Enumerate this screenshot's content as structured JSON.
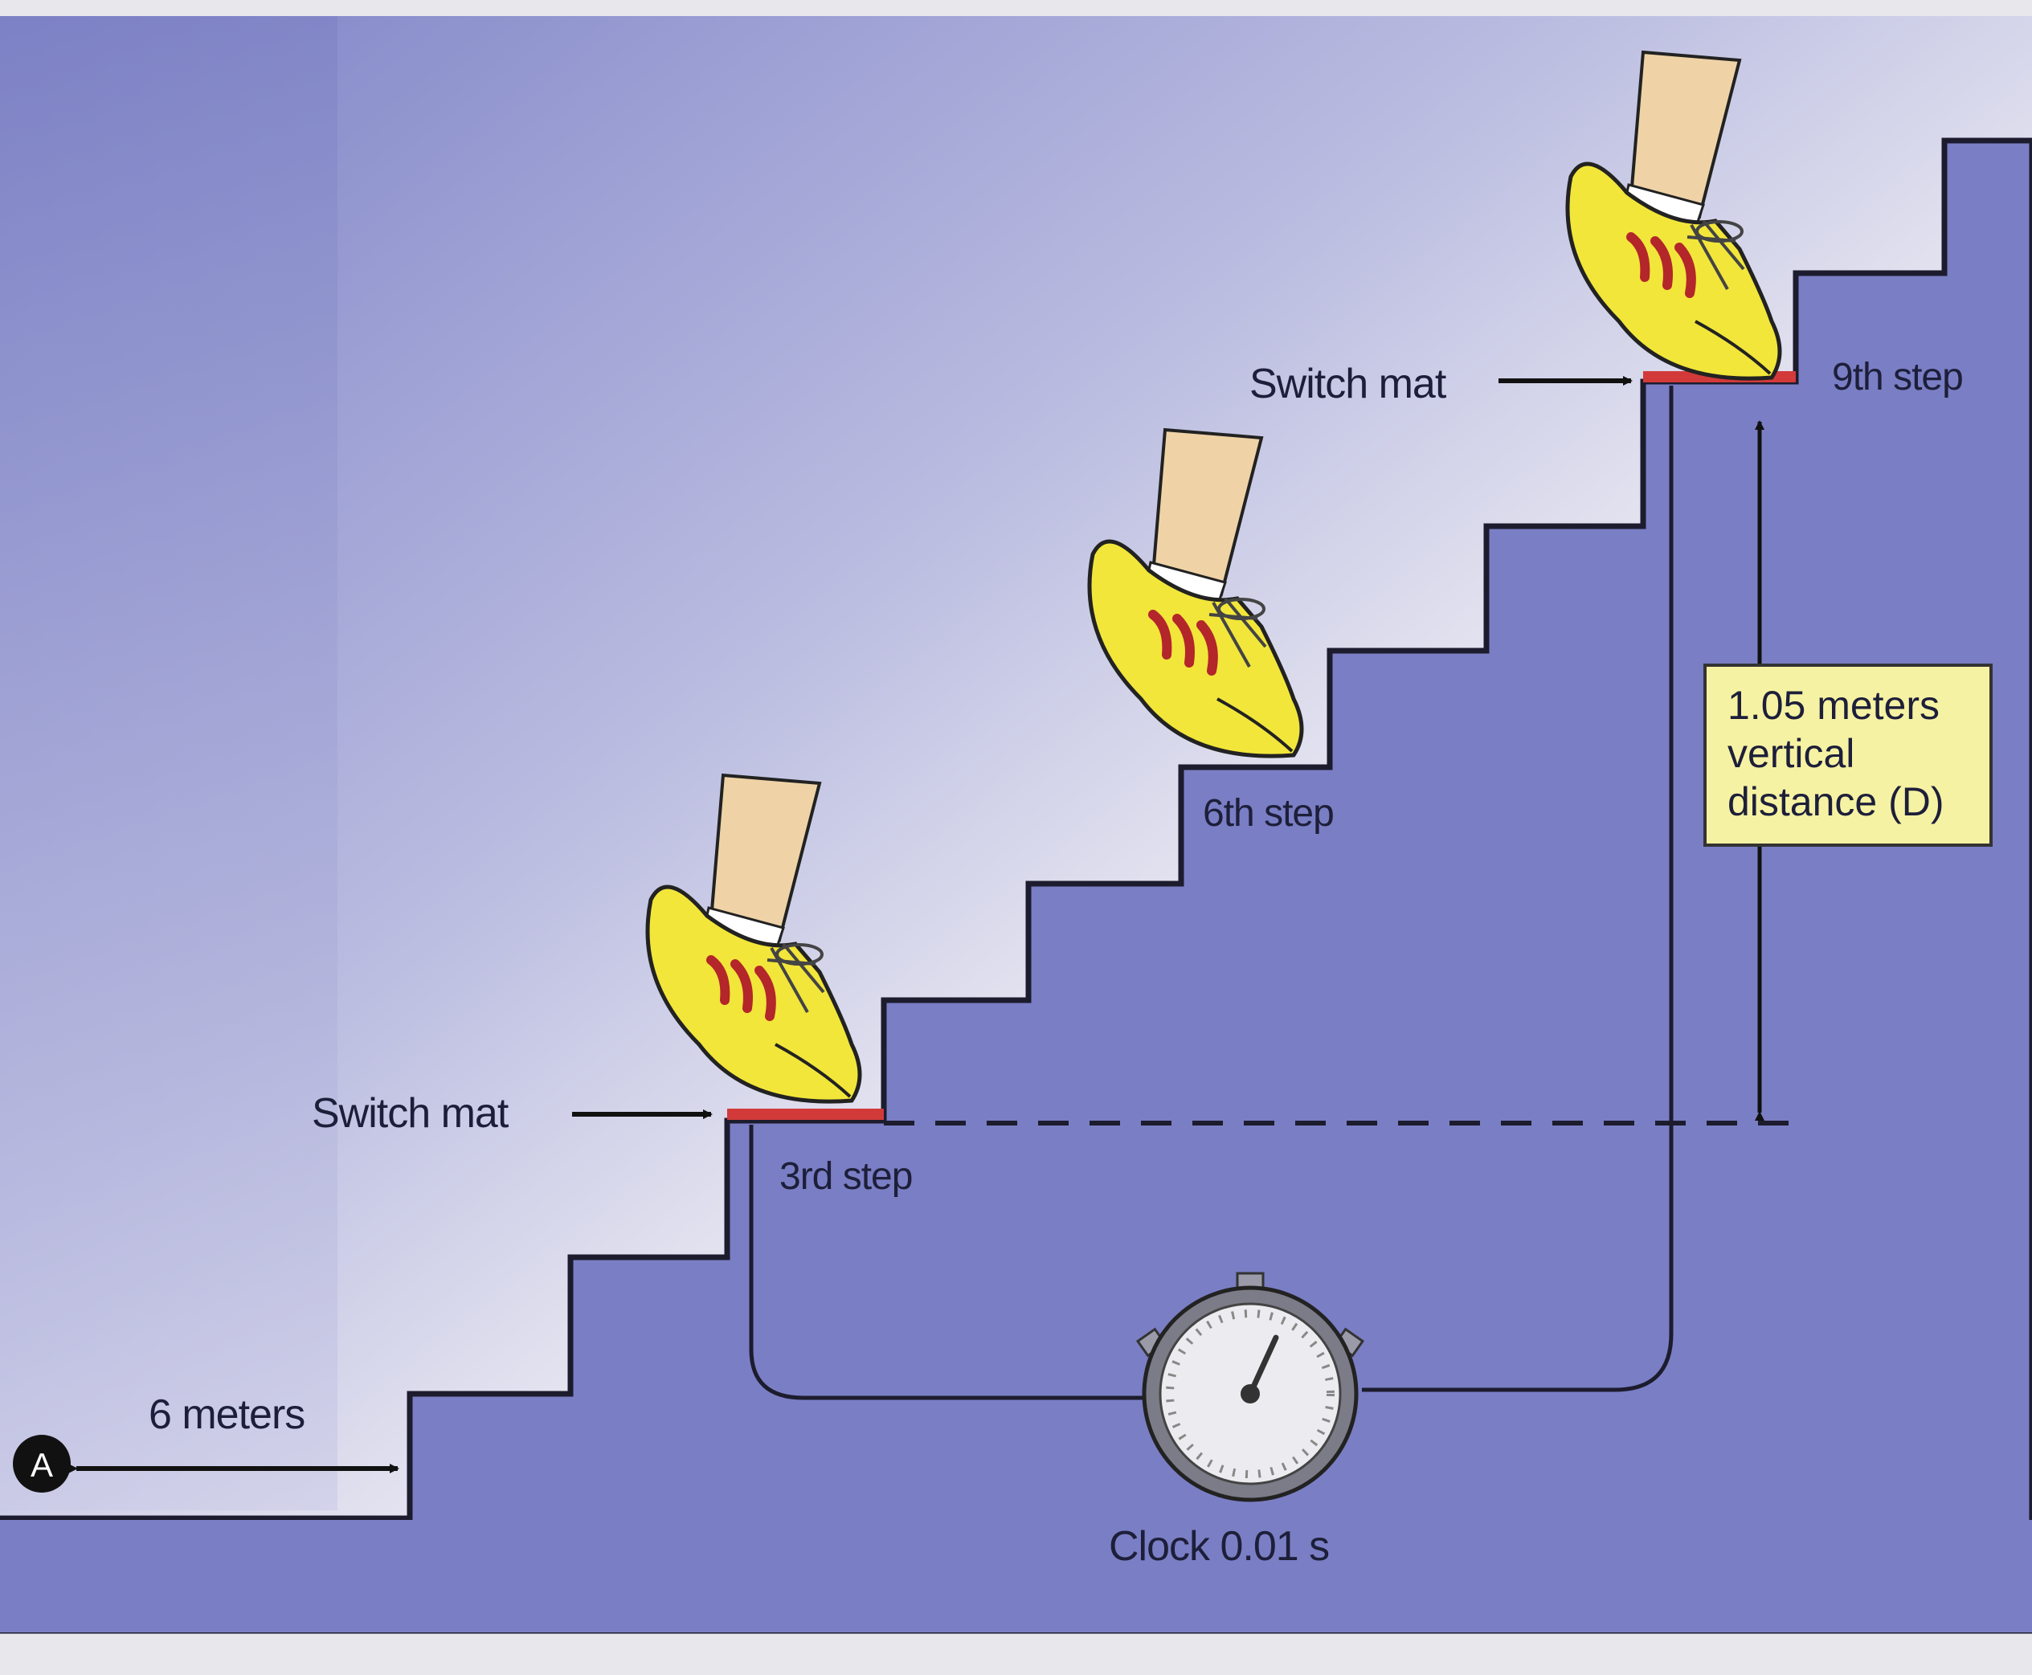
{
  "diagram": {
    "labels": {
      "switch_mat_top": "Switch mat",
      "switch_mat_bottom": "Switch mat",
      "step_9": "9th step",
      "step_6": "6th step",
      "step_3": "3rd step",
      "vertical_distance_line1": "1.05 meters",
      "vertical_distance_line2": "vertical",
      "vertical_distance_line3": "distance (D)",
      "run_up": "6 meters",
      "start_marker": "A",
      "clock": "Clock 0.01 s"
    },
    "colors": {
      "stair": "#7b7fc4",
      "stair_outline": "#1c1c2e",
      "mat": "#d23a3a",
      "shoe": "#f2e63a",
      "shoe_stripes": "#b3262a",
      "skin": "#efd3a6",
      "note_box": "#f6f2a3"
    },
    "icons": [
      "shoe-icon",
      "stopwatch-icon",
      "arrow-icon"
    ]
  }
}
